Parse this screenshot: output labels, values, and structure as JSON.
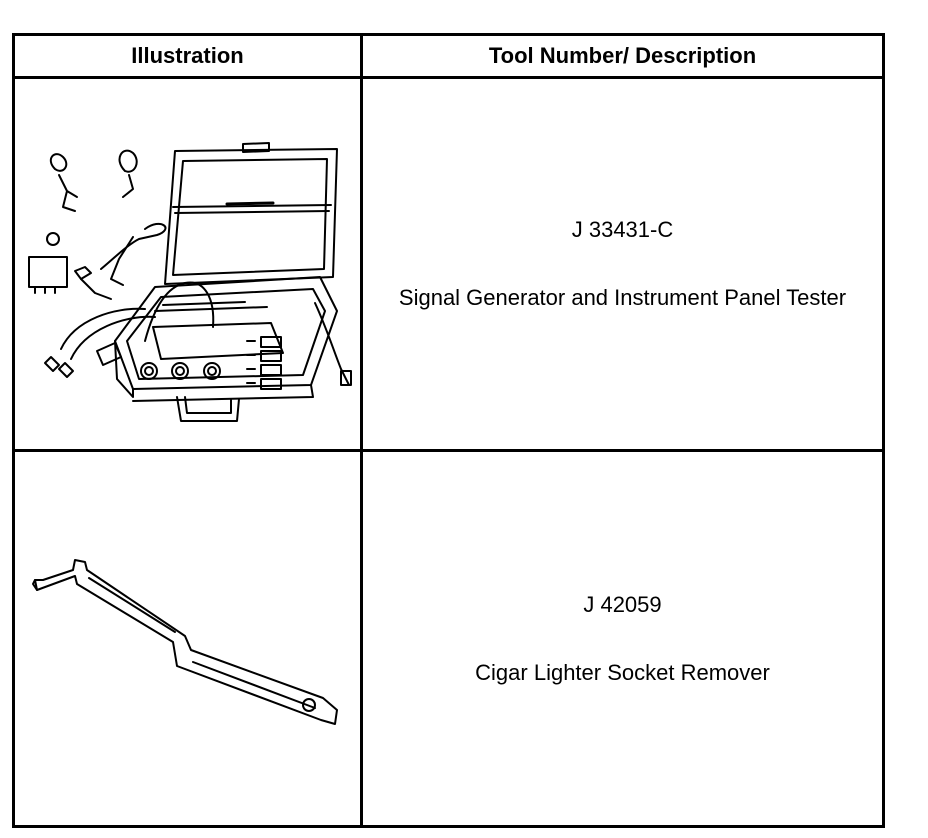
{
  "table": {
    "headers": {
      "illustration": "Illustration",
      "tool": "Tool Number/ Description"
    },
    "rows": [
      {
        "tool_number": "J 33431-C",
        "description": "Signal Generator and Instrument Panel Tester",
        "illustration_icon": "signal-generator-tester-case-icon"
      },
      {
        "tool_number": "J 42059",
        "description": "Cigar Lighter Socket Remover",
        "illustration_icon": "socket-remover-tool-icon"
      }
    ]
  }
}
